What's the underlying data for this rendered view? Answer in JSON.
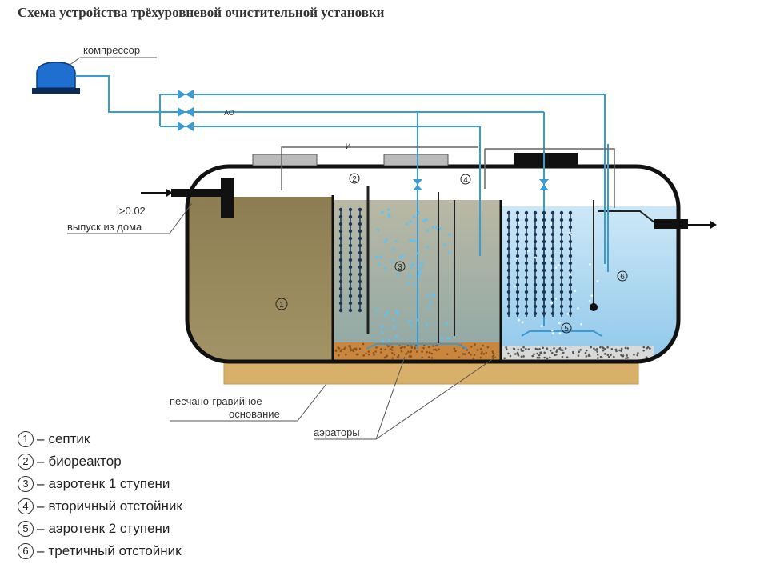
{
  "title": "Схема устройства трёхуровневой очистительной установки",
  "labels": {
    "compressor": "компрессор",
    "slope": "i>0.02",
    "house_outlet": "выпуск из дома",
    "sand_base_line1": "песчано-гравийное",
    "sand_base_line2": "основание",
    "aerators": "аэраторы",
    "pipe_ao": "АО",
    "pipe_i": "И"
  },
  "zone_markers": [
    "1",
    "2",
    "3",
    "4",
    "5",
    "6"
  ],
  "legend": [
    {
      "num": "1",
      "text": "септик"
    },
    {
      "num": "2",
      "text": "биореактор"
    },
    {
      "num": "3",
      "text": "аэротенк 1 ступени"
    },
    {
      "num": "4",
      "text": "вторичный отстойник"
    },
    {
      "num": "5",
      "text": "аэротенк 2 ступени"
    },
    {
      "num": "6",
      "text": "третичный отстойник"
    }
  ],
  "colors": {
    "pipe": "#3a9bd5",
    "septic_fill": "#9a8a5e",
    "water_fill": "#a8d4ee",
    "sand": "#d9b06a",
    "compressor": "#1f6fd0"
  }
}
